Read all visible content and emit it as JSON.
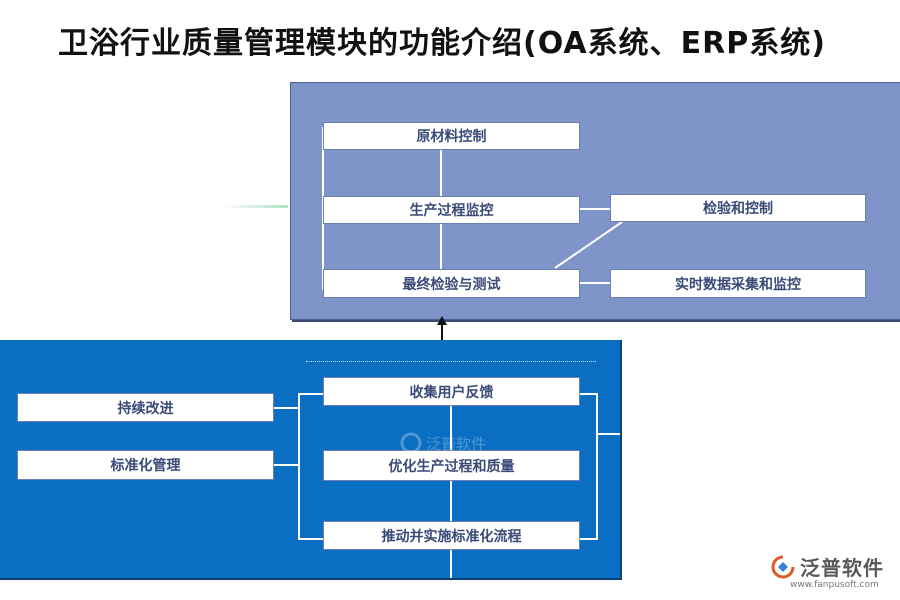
{
  "title": "卫浴行业质量管理模块的功能介绍(OA系统、ERP系统)",
  "top_panel": {
    "boxes": {
      "raw_material": "原材料控制",
      "process_monitor": "生产过程监控",
      "final_inspection": "最终检验与测试",
      "inspection_control": "检验和控制",
      "realtime_data": "实时数据采集和监控"
    }
  },
  "bottom_panel": {
    "left_boxes": {
      "continuous_improvement": "持续改进",
      "standardization": "标准化管理"
    },
    "center_boxes": {
      "feedback": "收集用户反馈",
      "optimize": "优化生产过程和质量",
      "promote_standard": "推动并实施标准化流程"
    }
  },
  "watermark": "泛普软件",
  "logo": {
    "name": "泛普软件",
    "url": "www.fanpusoft.com"
  },
  "colors": {
    "top_panel": "#7f94c9",
    "bottom_panel": "#0a6fc2",
    "box_text": "#3b4a78"
  }
}
